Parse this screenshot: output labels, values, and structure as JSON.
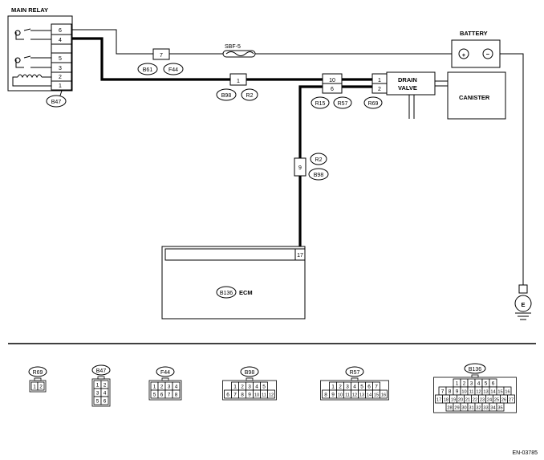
{
  "components": {
    "main_relay": "MAIN RELAY",
    "battery": "BATTERY",
    "fuse": "SBF-5",
    "drain_valve_line1": "DRAIN",
    "drain_valve_line2": "VALVE",
    "canister": "CANISTER",
    "ecm": "ECM",
    "ground": "E",
    "plus": "+",
    "minus": "−"
  },
  "connectors": {
    "b47": "B47",
    "b61": "B61",
    "f44": "F44",
    "b98": "B98",
    "r2": "R2",
    "r15": "R15",
    "r57": "R57",
    "r69": "R69",
    "b136": "B136"
  },
  "pins": {
    "relay": [
      "6",
      "4",
      "5",
      "3",
      "2",
      "1"
    ],
    "f44_pin": "7",
    "b98_pin": "1",
    "r57_top": "10",
    "r57_bottom": "6",
    "r69_top": "1",
    "r69_bottom": "2",
    "r2_pin": "9",
    "ecm_pin": "17"
  },
  "legend": {
    "r69": {
      "title": "R69",
      "rows": [
        [
          "1",
          "2"
        ]
      ]
    },
    "b47": {
      "title": "B47",
      "rows": [
        [
          "1",
          "2"
        ],
        [
          "3",
          "4"
        ],
        [
          "5",
          "6"
        ]
      ]
    },
    "f44": {
      "title": "F44",
      "rows": [
        [
          "1",
          "2",
          "3",
          "4"
        ],
        [
          "5",
          "6",
          "7",
          "8"
        ]
      ]
    },
    "b98": {
      "title": "B98",
      "rows": [
        [
          "1",
          "2",
          "3",
          "4",
          "5"
        ],
        [
          "6",
          "7",
          "8",
          "9",
          "10",
          "11",
          "12"
        ]
      ]
    },
    "r57": {
      "title": "R57",
      "rows": [
        [
          "1",
          "2",
          "3",
          "4",
          "5",
          "6",
          "7"
        ],
        [
          "8",
          "9",
          "10",
          "11",
          "12",
          "13",
          "14",
          "15",
          "16"
        ]
      ]
    },
    "b136": {
      "title": "B136",
      "rows": [
        [
          "1",
          "2",
          "3",
          "4",
          "5",
          "6"
        ],
        [
          "7",
          "8",
          "9",
          "10",
          "11",
          "12",
          "13",
          "14",
          "15",
          "16"
        ],
        [
          "17",
          "18",
          "19",
          "20",
          "21",
          "22",
          "23",
          "24",
          "25",
          "26",
          "27"
        ],
        [
          "28",
          "29",
          "30",
          "31",
          "32",
          "33",
          "34",
          "35"
        ]
      ]
    }
  },
  "figure_id": "EN-03785"
}
